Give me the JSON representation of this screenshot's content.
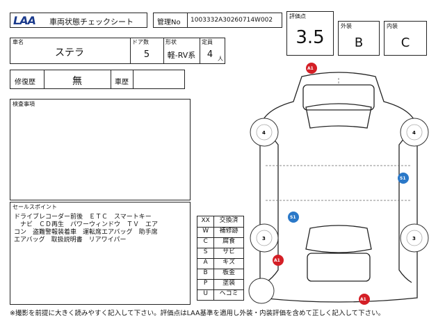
{
  "header": {
    "logo": "LAA",
    "title": "車両状態チェックシート",
    "mgmt_label": "管理No",
    "mgmt_value": "1003332A30260714W002"
  },
  "grades": {
    "score_label": "評価点",
    "score": "3.5",
    "exterior_label": "外装",
    "exterior": "B",
    "interior_label": "内装",
    "interior": "C"
  },
  "vehicle": {
    "name_label": "車名",
    "name": "ステラ",
    "doors_label": "ドア数",
    "doors": "5",
    "shape_label": "形状",
    "shape": "軽-RV系",
    "capacity_label": "定員",
    "capacity": "4",
    "capacity_unit": "人"
  },
  "history": {
    "repair_label": "修復歴",
    "repair_value": "無",
    "car_history_label": "車歴",
    "car_history_value": ""
  },
  "inspection": {
    "label": "検査事項",
    "text": ""
  },
  "sales": {
    "label": "セールスポイント",
    "lines": [
      "ドライブレコーダー前後　ＥＴＣ　スマートキー",
      "　ナビ　ＣＤ再生　パワーウィンドウ　ＴＶ　エア",
      "コン　盗難警報装着車　運転席エアバッグ　助手席",
      "エアバッグ　取扱説明書　リアワイパー"
    ]
  },
  "legend": [
    {
      "code": "XX",
      "meaning": "交換済"
    },
    {
      "code": "W",
      "meaning": "補修跡"
    },
    {
      "code": "C",
      "meaning": "腐食"
    },
    {
      "code": "S",
      "meaning": "サビ"
    },
    {
      "code": "A",
      "meaning": "キズ"
    },
    {
      "code": "B",
      "meaning": "板金"
    },
    {
      "code": "P",
      "meaning": "塗装"
    },
    {
      "code": "U",
      "meaning": "ヘコミ"
    }
  ],
  "diagram": {
    "tires": [
      "4",
      "4",
      "3",
      "3"
    ],
    "marks": [
      "A1",
      "S1",
      "S1",
      "A1",
      "A1"
    ],
    "colors": {
      "red": "#d41f26",
      "blue": "#2a78c8"
    }
  },
  "footer": "※撮影を前提に大きく読みやすく記入して下さい。評価点はLAA基準を適用し外装・内装評価を含めて正しく記入して下さい。"
}
